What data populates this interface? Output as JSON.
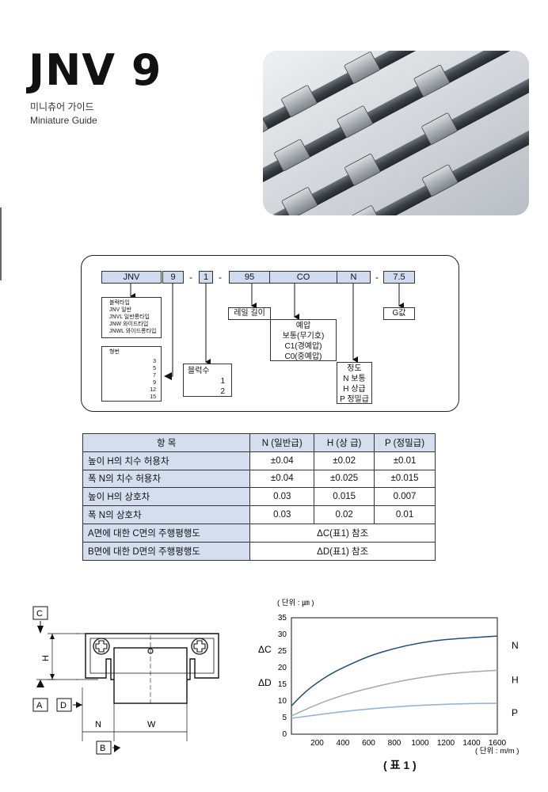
{
  "header": {
    "model": "JNV 9",
    "subtitle_ko": "미니츄어 가이드",
    "subtitle_en": "Miniature Guide"
  },
  "code": {
    "segments": [
      "JNV",
      "9",
      "1",
      "95",
      "CO",
      "N",
      "7.5"
    ],
    "dashes": [
      "-",
      "-",
      "-"
    ],
    "block_type": [
      "블럭타입",
      "JNV 일반",
      "JNVL 일반롱타입",
      "JNW 와이드타입",
      "JNWL 와이드롱타입"
    ],
    "size_title": "형번",
    "sizes": [
      "3",
      "5",
      "7",
      "9",
      "12",
      "15"
    ],
    "block_count_title": "블럭수",
    "block_counts": [
      "1",
      "2"
    ],
    "rail_length": "레일 길이",
    "preload_title": "예압",
    "preload": [
      "보통(무기호)",
      "C1(경예압)",
      "C0(중예압)"
    ],
    "accuracy_title": "정도",
    "accuracy": [
      "N 보통",
      "H 상급",
      "P 정밀급"
    ],
    "g_value": "G값"
  },
  "spec_table": {
    "headers": [
      "항    목",
      "N (일반급)",
      "H (상 급)",
      "P (정밀급)"
    ],
    "rows": [
      {
        "label": "높이 H의 치수 허용차",
        "n": "±0.04",
        "h": "±0.02",
        "p": "±0.01"
      },
      {
        "label": "폭 N의 치수 허용차",
        "n": "±0.04",
        "h": "±0.025",
        "p": "±0.015"
      },
      {
        "label": "높이 H의 상호차",
        "n": "0.03",
        "h": "0.015",
        "p": "0.007"
      },
      {
        "label": "폭 N의 상호차",
        "n": "0.03",
        "h": "0.02",
        "p": "0.01"
      }
    ],
    "merged_rows": [
      {
        "label": "A면에 대한 C면의 주행평행도",
        "value": "ΔC(표1) 참조"
      },
      {
        "label": "B면에 대한 D면의 주행평행도",
        "value": "ΔD(표1) 참조"
      }
    ]
  },
  "drawing": {
    "labels": {
      "c": "C",
      "a": "A",
      "d": "D",
      "b": "B",
      "h": "H",
      "n": "N",
      "w": "W"
    }
  },
  "chart_data": {
    "type": "line",
    "title": "",
    "unit_y": "( 단위 : ㎛ )",
    "unit_x": "( 단위 : m/m )",
    "ylabels": [
      "ΔC",
      "ΔD"
    ],
    "caption": "( 표 1 )",
    "x_ticks": [
      0,
      200,
      400,
      600,
      800,
      1000,
      1200,
      1400,
      1600
    ],
    "x_tick_labels": [
      "200",
      "400",
      "600",
      "800",
      "1000",
      "1200",
      "1400",
      "1600"
    ],
    "y_ticks": [
      0,
      5,
      10,
      15,
      20,
      25,
      30,
      35
    ],
    "xlim": [
      0,
      1600
    ],
    "ylim": [
      0,
      35
    ],
    "grid": true,
    "series": [
      {
        "name": "N",
        "color": "#1f4e78",
        "x": [
          0,
          100,
          200,
          300,
          400,
          600,
          800,
          1000,
          1200,
          1400,
          1600
        ],
        "values": [
          8.5,
          12.5,
          15.5,
          18.0,
          20.0,
          23.5,
          25.8,
          27.5,
          28.5,
          29.0,
          29.5
        ]
      },
      {
        "name": "H",
        "color": "#a8a8a8",
        "x": [
          0,
          200,
          400,
          600,
          800,
          1000,
          1200,
          1400,
          1600
        ],
        "values": [
          5.5,
          9.0,
          11.8,
          13.8,
          15.6,
          17.0,
          18.1,
          18.8,
          19.2
        ]
      },
      {
        "name": "P",
        "color": "#8fb1d6",
        "x": [
          0,
          200,
          400,
          600,
          800,
          1000,
          1200,
          1400,
          1600
        ],
        "values": [
          4.8,
          5.8,
          6.8,
          7.6,
          8.2,
          8.7,
          9.0,
          9.2,
          9.3
        ]
      }
    ]
  }
}
